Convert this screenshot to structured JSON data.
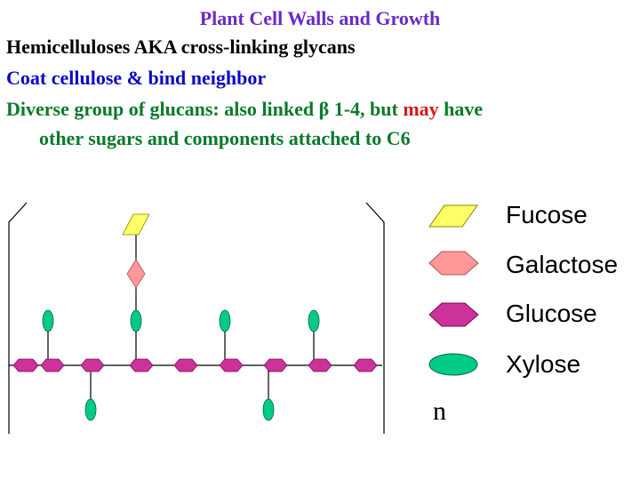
{
  "title": "Plant Cell Walls and Growth",
  "lines": {
    "line1": "Hemicelluloses AKA cross-linking glycans",
    "line2": "Coat cellulose & bind neighbor",
    "line3_pre": "Diverse group of glucans: also linked ",
    "line3_beta": "β",
    "line3_mid": " 1-4, but ",
    "line3_may": "may",
    "line3_post": " have",
    "line4": "other sugars and components attached to C6"
  },
  "legend": [
    {
      "label": "Fucose",
      "shape": "parallelogram",
      "color": "#ffff66"
    },
    {
      "label": "Galactose",
      "shape": "diamond-hexagon",
      "color": "#ff9999"
    },
    {
      "label": "Glucose",
      "shape": "hexagon",
      "color": "#cc3399"
    },
    {
      "label": "Xylose",
      "shape": "ellipse",
      "color": "#00cc88"
    }
  ],
  "repeat_label": "n",
  "colors": {
    "title": "#6a2bc8",
    "fucose": "#ffff66",
    "galactose": "#ff9999",
    "glucose": "#cc3399",
    "xylose": "#00cc88",
    "emphasis": "#d61a1a"
  }
}
